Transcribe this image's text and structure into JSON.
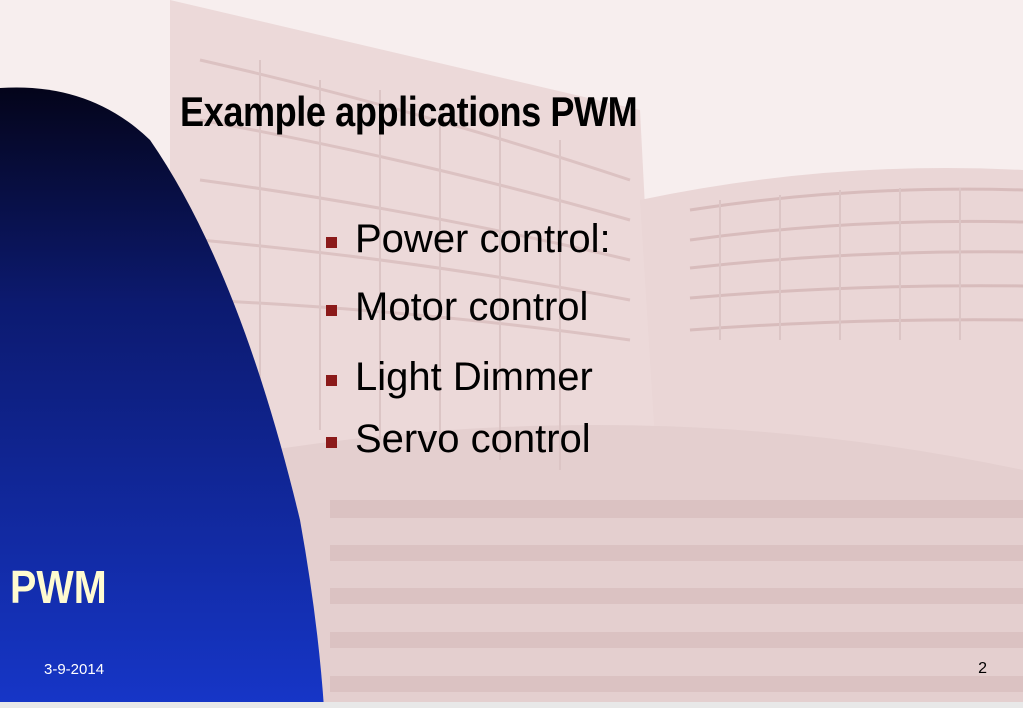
{
  "slide": {
    "title": "Example applications PWM",
    "bullets": [
      {
        "text": "Power control:"
      },
      {
        "text": "Motor control"
      },
      {
        "text": "Light Dimmer"
      },
      {
        "text": "Servo control"
      }
    ],
    "side_label": "PWM",
    "footer_date": "3-9-2014",
    "slide_number": "2"
  },
  "colors": {
    "panel_top": "#04041a",
    "panel_bottom": "#1636c8",
    "bullet_marker": "#8b1a1a",
    "side_label": "#fffbd0",
    "background": "#f6ecec"
  }
}
